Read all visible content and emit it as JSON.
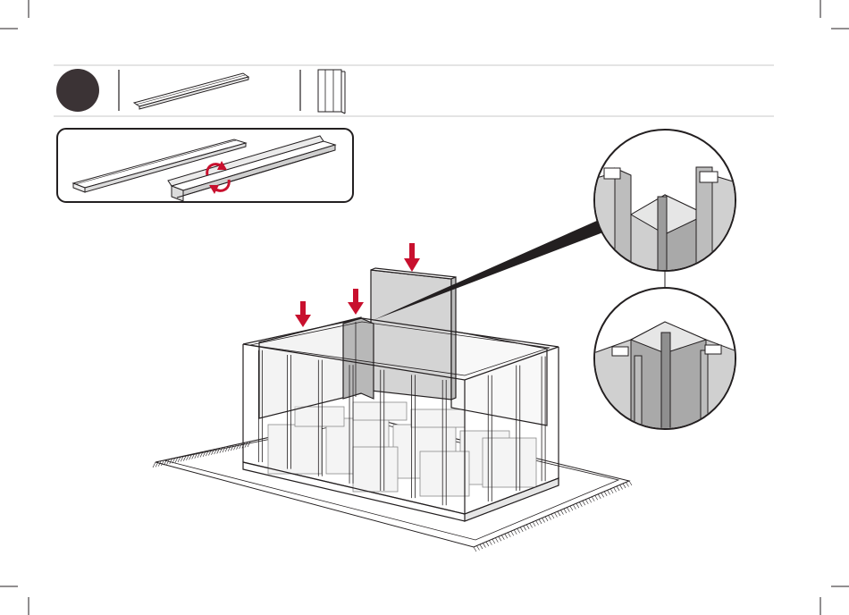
{
  "step": {
    "number": "",
    "badge_color": "#3b3335"
  },
  "colors": {
    "accent_red": "#c8102e",
    "line": "#231f20",
    "panel_fill": "#d4d4d4",
    "panel_dark": "#9a9a9a"
  },
  "icons": {
    "parts": [
      "flat-strip-part-icon",
      "wall-panel-part-icon"
    ],
    "inset": [
      "strip-flip-inset",
      "rotate-arrows-icon"
    ],
    "callouts": [
      "corner-detail-open",
      "corner-detail-assembled"
    ],
    "arrows": [
      "down-arrow-left",
      "down-arrow-middle",
      "down-arrow-right"
    ]
  }
}
